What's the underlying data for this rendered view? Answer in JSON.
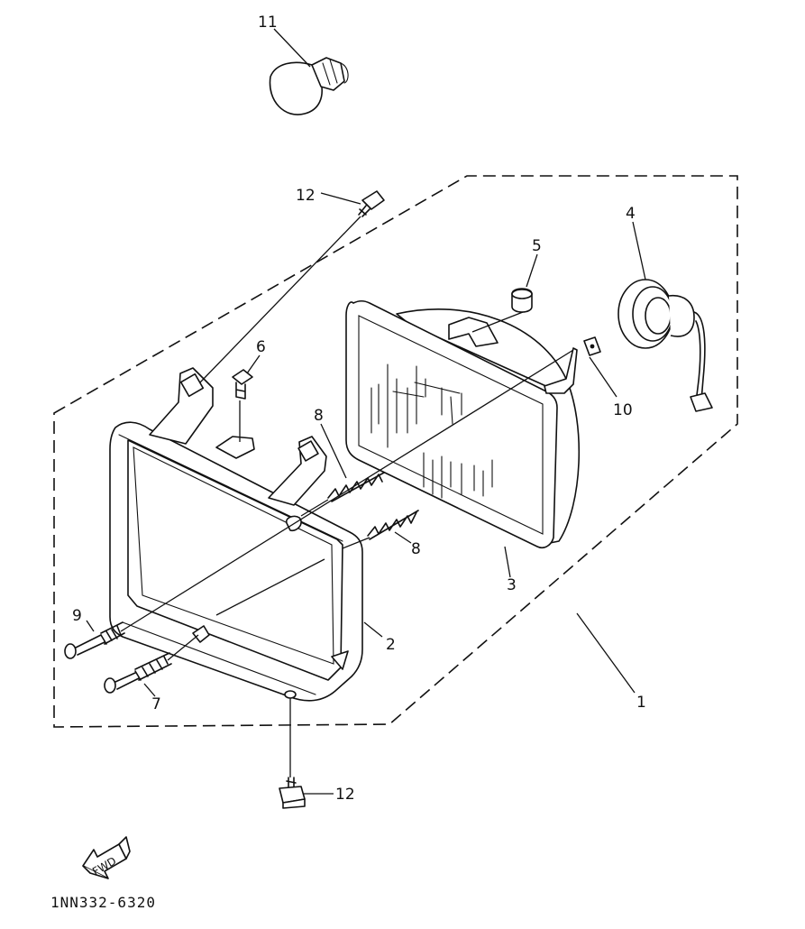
{
  "callouts": {
    "p1": "1",
    "p2": "2",
    "p3": "3",
    "p4": "4",
    "p5": "5",
    "p6": "6",
    "p7": "7",
    "p8a": "8",
    "p8b": "8",
    "p9": "9",
    "p10": "10",
    "p11": "11",
    "p12a": "12",
    "p12b": "12"
  },
  "fwd_arrow": {
    "label": "FWD"
  },
  "drawing_code": "1NN332-6320"
}
